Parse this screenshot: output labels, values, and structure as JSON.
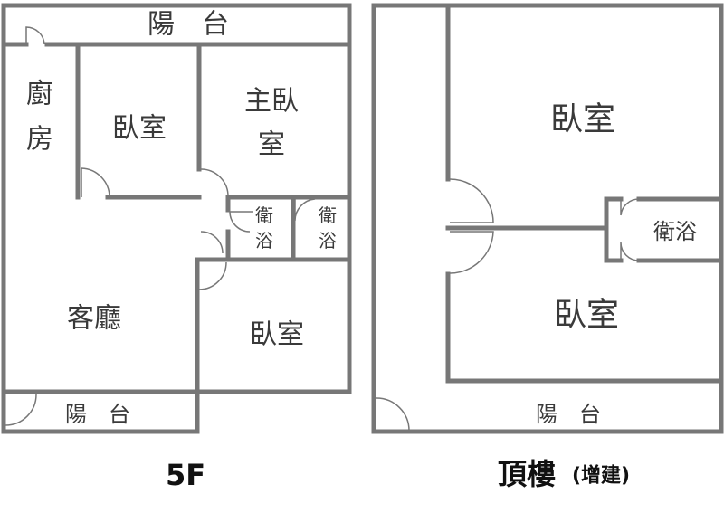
{
  "floor_5f": {
    "caption": "5F",
    "rooms": {
      "balcony_top": "陽　台",
      "kitchen_line1": "廚",
      "kitchen_line2": "房",
      "bedroom_1": "臥室",
      "master_line1": "主臥",
      "master_line2": "室",
      "bath_a_line1": "衛",
      "bath_a_line2": "浴",
      "bath_b_line1": "衛",
      "bath_b_line2": "浴",
      "living_room": "客廳",
      "bedroom_2": "臥室",
      "balcony_bottom": "陽　台"
    }
  },
  "floor_roof": {
    "caption": "頂樓",
    "caption_note": "(增建)",
    "rooms": {
      "bedroom_top": "臥室",
      "bathroom": "衛浴",
      "bedroom_bottom": "臥室",
      "balcony": "陽　台"
    }
  },
  "colors": {
    "wall": "#777777",
    "text": "#3a3a3a",
    "caption": "#111111"
  }
}
